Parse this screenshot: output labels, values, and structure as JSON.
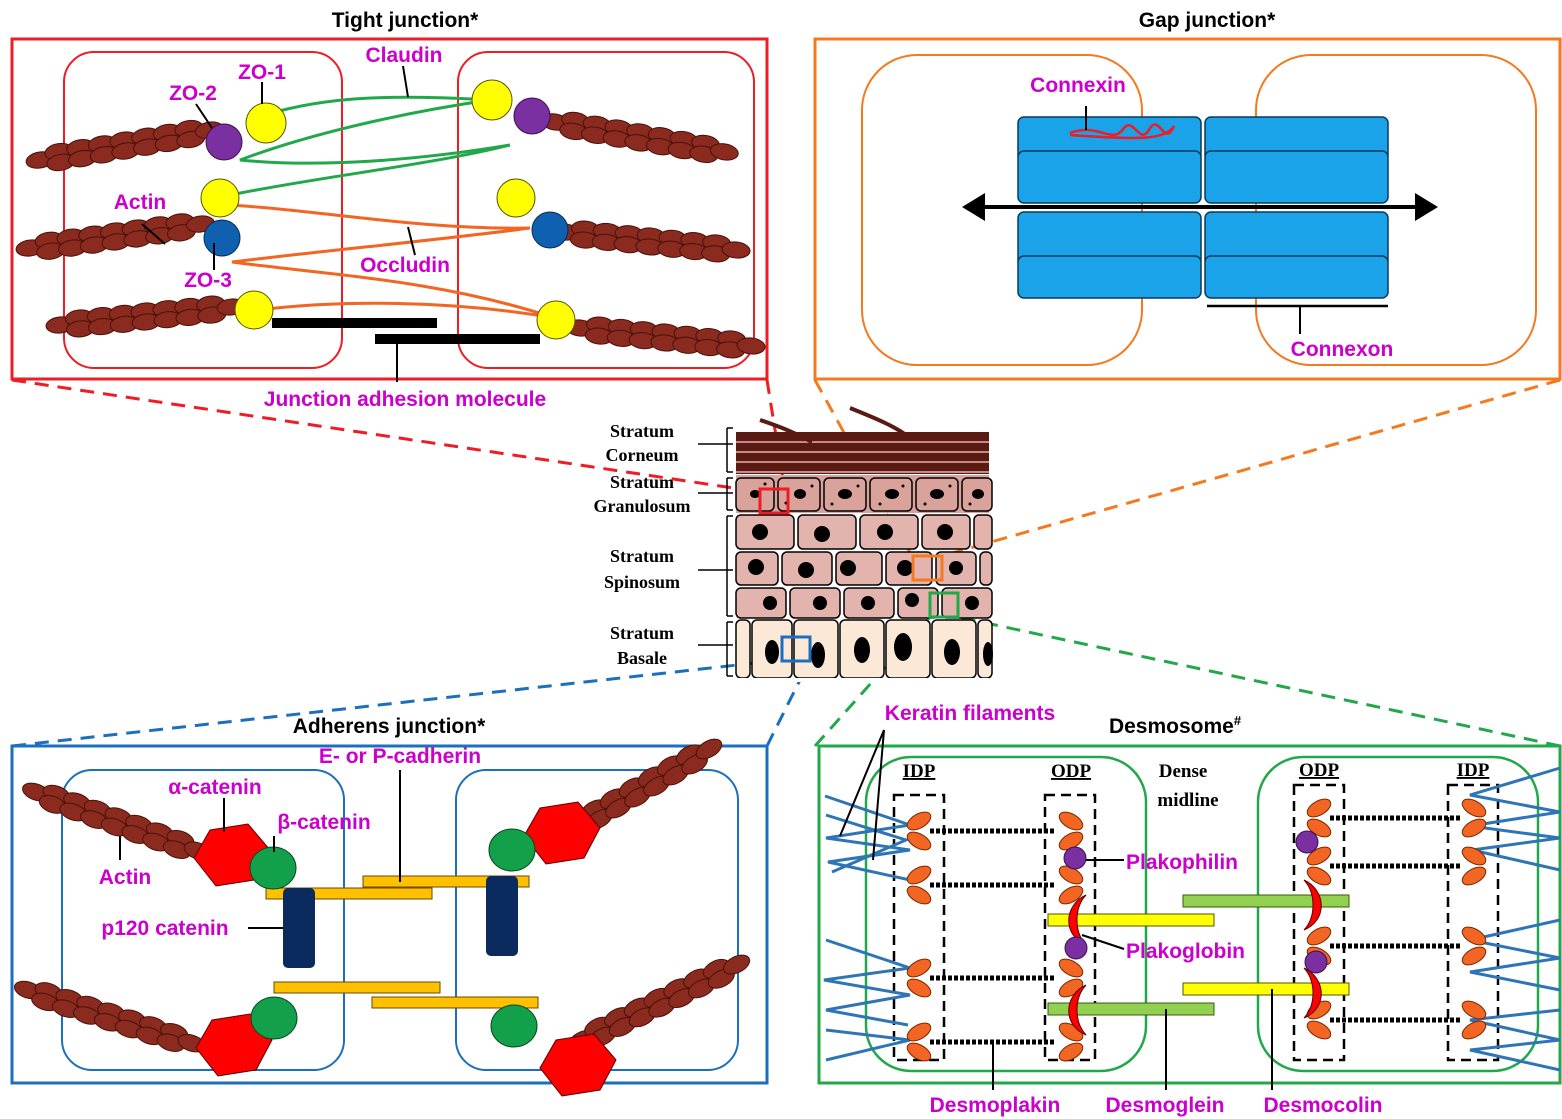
{
  "panels": {
    "tight": {
      "title": "Tight junction*",
      "color": "#ee1c24",
      "labels": {
        "claudin": "Claudin",
        "zo1": "ZO-1",
        "zo2": "ZO-2",
        "actin": "Actin",
        "zo3": "ZO-3",
        "occludin": "Occludin",
        "jam": "Junction adhesion molecule"
      }
    },
    "gap": {
      "title": "Gap junction*",
      "color": "#f47a20",
      "labels": {
        "connexin": "Connexin",
        "connexon": "Connexon"
      }
    },
    "adherens": {
      "title": "Adherens junction*",
      "color": "#1c6fbd",
      "labels": {
        "cadherin": "E- or P-cadherin",
        "alpha": "α-catenin",
        "beta": "β-catenin",
        "actin": "Actin",
        "p120": "p120 catenin"
      }
    },
    "desmosome": {
      "title": "Desmosome",
      "title_sup": "#",
      "color": "#22a84a",
      "labels": {
        "keratin": "Keratin filaments",
        "idp_left": "IDP",
        "odp_left": "ODP",
        "dense1": "Dense",
        "dense2": "midline",
        "odp_right": "ODP",
        "idp_right": "IDP",
        "plakophilin": "Plakophilin",
        "plakoglobin": "Plakoglobin",
        "desmoplakin": "Desmoplakin",
        "desmoglein": "Desmoglein",
        "desmocolin": "Desmocolin"
      }
    }
  },
  "epidermis": {
    "layers": [
      {
        "line1": "Stratum",
        "line2": "Corneum"
      },
      {
        "line1": "Stratum",
        "line2": "Granulosum"
      },
      {
        "line1": "Stratum",
        "line2": "Spinosum"
      },
      {
        "line1": "Stratum",
        "line2": "Basale"
      }
    ]
  },
  "colors": {
    "label_magenta": "#cc00cc",
    "actin": "#8b2a1e",
    "zo_yellow": "#ffff00",
    "zo2_purple": "#7a30a0",
    "zo3_blue": "#1060b0",
    "claudin_green": "#22a84a",
    "occludin_orange": "#f26522",
    "connexin_blue": "#1aa3e8",
    "catenin_red": "#ff0000",
    "catenin_green": "#13a04a",
    "cadherin_gold": "#ffc000",
    "p120_navy": "#0b2a5e",
    "desmo_orange": "#f26522",
    "desmoglein_green": "#92d050",
    "desmocolin_yellow": "#ffff00",
    "keratin_blue": "#2e75b6"
  }
}
